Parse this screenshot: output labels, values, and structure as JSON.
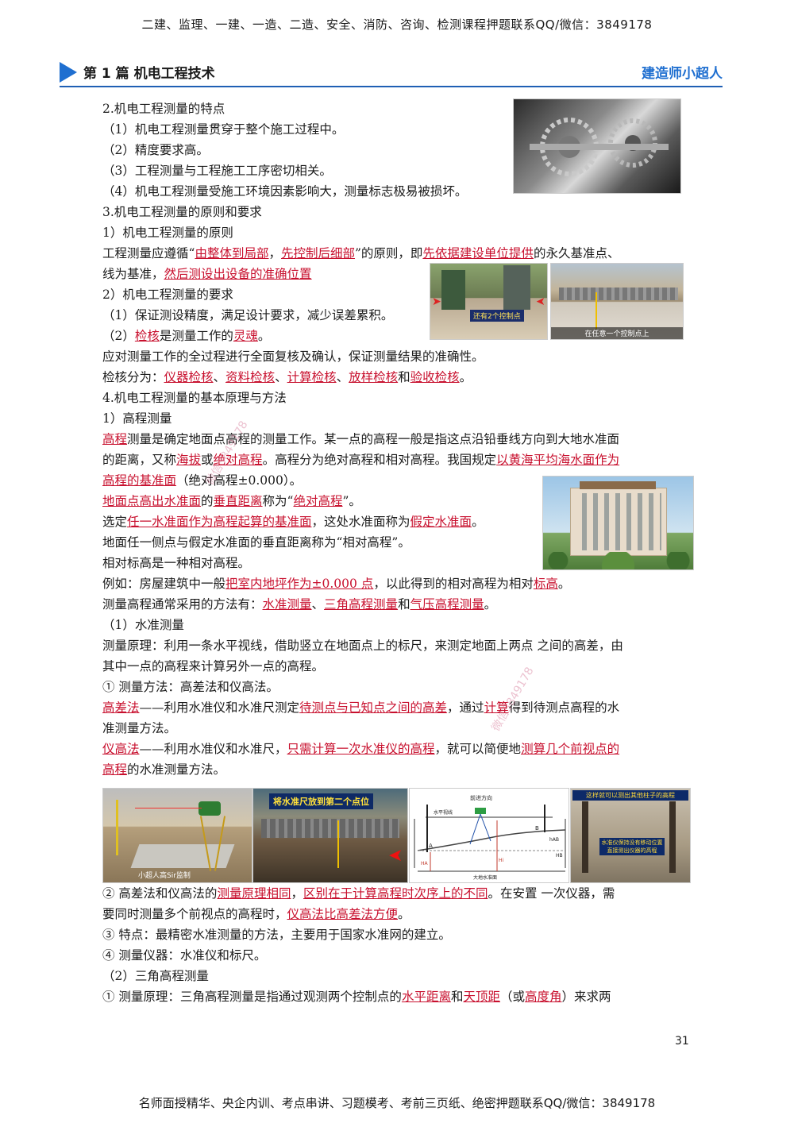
{
  "header": {
    "top_text": "二建、监理、一建、一造、二造、安全、消防、咨询、检测课程押题联系QQ/微信：3849178",
    "chapter": "第 1 篇  机电工程技术",
    "brand": "建造师小超人"
  },
  "page_number": "31",
  "footer_text": "名师面授精华、央企内训、考点串讲、习题模考、考前三页纸、绝密押题联系QQ/微信：3849178",
  "watermark": "微信3849178",
  "image_labels": {
    "surveying_a": "还有2个控制点",
    "surveying_b": "在任意一个控制点上",
    "level_photo": "小超人高Sir监制",
    "staff_photo": "将水准尺放到第二个点位",
    "diagram_direction": "前进方向",
    "diagram_sight": "水平视线",
    "diagram_datum": "大地水准面",
    "diagram_a": "A",
    "diagram_b": "B",
    "diagram_ha": "HA",
    "diagram_hb": "HB",
    "diagram_hi": "Hi",
    "diagram_hab": "hAB",
    "column_top": "这样就可以测出其他柱子的高程",
    "column_bottom": "水准仪保持没有移动位置 直接测出仪器的高程"
  },
  "lines": [
    [
      "2.机电工程测量的特点"
    ],
    [
      "（1）机电工程测量贯穿于整个施工过程中。"
    ],
    [
      "（2）精度要求高。"
    ],
    [
      "（3）工程测量与工程施工工序密切相关。"
    ],
    [
      "（4）机电工程测量受施工环境因素影响大，测量标志极易被损坏。"
    ],
    [
      "3.机电工程测量的原则和要求"
    ],
    [
      "1）机电工程测量的原则"
    ],
    [
      "工程测量应遵循“",
      "*由整体到局部",
      "，",
      "*先控制后细部",
      "”的原则，即",
      "*先依据建设单位提供",
      "的永久基准点、"
    ],
    [
      "线为基准，",
      "*然后测设出设备的准确位置"
    ],
    [
      "2）机电工程测量的要求"
    ],
    [
      "（1）保证测设精度，满足设计要求，减少误差累积。"
    ],
    [
      "（2）",
      "*检核",
      "是测量工作的",
      "*灵魂",
      "。"
    ],
    [
      "应对测量工作的全过程进行全面复核及确认，保证测量结果的准确性。"
    ],
    [
      "检核分为：",
      "*仪器检核",
      "、",
      "*资料检核",
      "、",
      "*计算检核",
      "、",
      "*放样检核",
      "和",
      "*验收检核",
      "。"
    ],
    [
      "4.机电工程测量的基本原理与方法"
    ],
    [
      "1）高程测量"
    ],
    [
      "*高程",
      "测量是确定地面点高程的测量工作。某一点的高程一般是指这点沿铅垂线方向到大地水准面"
    ],
    [
      "的距离，又称",
      "*海拔",
      "或",
      "*绝对高程",
      "。高程分为绝对高程和相对高程。我国规定",
      "*以黄海平均海水面作为"
    ],
    [
      "*高程的基准面",
      "（绝对高程±0.000）。"
    ],
    [
      "*地面点高出水准面",
      "的",
      "*垂直距离",
      "称为“",
      "*绝对高程",
      "”。"
    ],
    [
      "选定",
      "*任一水准面作为高程起算的基准面",
      "，这处水准面称为",
      "*假定水准面",
      "。"
    ],
    [
      "地面任一侧点与假定水准面的垂直距离称为“相对高程”。"
    ],
    [
      "相对标高是一种相对高程。"
    ],
    [
      "例如：房屋建筑中一般",
      "*把室内地坪作为±0.000 点",
      "，以此得到的相对高程为相对",
      "*标高",
      "。"
    ],
    [
      "测量高程通常采用的方法有：",
      "*水准测量",
      "、",
      "*三角高程测量",
      "和",
      "*气压高程测量",
      "。"
    ],
    [
      "（1）水准测量"
    ],
    [
      "测量原理：利用一条水平视线，借助竖立在地面点上的标尺，来测定地面上两点 之间的高差，由"
    ],
    [
      "其中一点的高程来计算另外一点的高程。"
    ],
    [
      "①  测量方法：高差法和仪高法。"
    ],
    [
      "*高差法",
      "——利用水准仪和水准尺测定",
      "*待测点与已知点之间的高差",
      "，通过",
      "*计算",
      "得到待测点高程的水"
    ],
    [
      "准测量方法。"
    ],
    [
      "*仪高法",
      "——利用水准仪和水准尺，",
      "*只需计算一次水准仪的高程",
      "，就可以简便地",
      "*测算几个前视点的"
    ],
    [
      "*高程",
      "的水准测量方法。"
    ],
    [
      "②  高差法和仪高法的",
      "*测量原理相同",
      "，",
      "*区别在于计算高程时次序上的不同",
      "。在安置 一次仪器，需"
    ],
    [
      "要同时测量多个前视点的高程时，",
      "*仪高法比高差法方便",
      "。"
    ],
    [
      "③  特点：最精密水准测量的方法，主要用于国家水准网的建立。"
    ],
    [
      "④  测量仪器：水准仪和标尺。"
    ],
    [
      "（2）三角高程测量"
    ],
    [
      "①  测量原理：三角高程测量是指通过观测两个控制点的",
      "*水平距离",
      "和",
      "*天顶距",
      "（或",
      "*高度角",
      "）来求两"
    ]
  ]
}
